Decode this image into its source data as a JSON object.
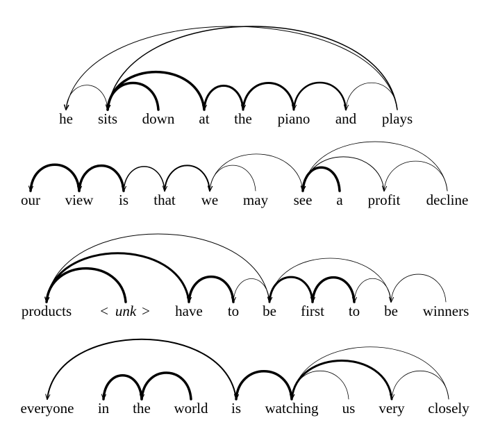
{
  "sentences": [
    {
      "words": [
        "he",
        "sits",
        "down",
        "at",
        "the",
        "piano",
        "and",
        "plays"
      ],
      "arcs": [
        {
          "from": 7,
          "to": 0,
          "weight": 1
        },
        {
          "from": 7,
          "to": 1,
          "weight": 1.5
        },
        {
          "from": 2,
          "to": 1,
          "weight": 3.5
        },
        {
          "from": 3,
          "to": 1,
          "weight": 3.5
        },
        {
          "from": 4,
          "to": 3,
          "weight": 3
        },
        {
          "from": 5,
          "to": 4,
          "weight": 3
        },
        {
          "from": 6,
          "to": 5,
          "weight": 2.5
        },
        {
          "from": 1,
          "to": 0,
          "weight": 0.8
        },
        {
          "from": 7,
          "to": 6,
          "weight": 0.8
        }
      ]
    },
    {
      "words": [
        "our",
        "view",
        "is",
        "that",
        "we",
        "may",
        "see",
        "a",
        "profit",
        "decline"
      ],
      "arcs": [
        {
          "from": 1,
          "to": 0,
          "weight": 3.5
        },
        {
          "from": 2,
          "to": 1,
          "weight": 3.5
        },
        {
          "from": 3,
          "to": 2,
          "weight": 1.5
        },
        {
          "from": 4,
          "to": 3,
          "weight": 2
        },
        {
          "from": 6,
          "to": 4,
          "weight": 0.8
        },
        {
          "from": 5,
          "to": 4,
          "weight": 0.8
        },
        {
          "from": 9,
          "to": 6,
          "weight": 0.8
        },
        {
          "from": 8,
          "to": 6,
          "weight": 1
        },
        {
          "from": 7,
          "to": 6,
          "weight": 3.5
        },
        {
          "from": 9,
          "to": 8,
          "weight": 0.8
        }
      ]
    },
    {
      "words": [
        "products",
        "<",
        "unk",
        ">",
        "have",
        "to",
        "be",
        "first",
        "to",
        "be",
        "winners"
      ],
      "arcs": [
        {
          "from": 6,
          "to": 0,
          "weight": 1
        },
        {
          "from": 4,
          "to": 0,
          "weight": 3
        },
        {
          "from": 2,
          "to": 0,
          "weight": 3.5
        },
        {
          "from": 5,
          "to": 4,
          "weight": 3.5
        },
        {
          "from": 6,
          "to": 5,
          "weight": 0.8
        },
        {
          "from": 9,
          "to": 6,
          "weight": 0.8
        },
        {
          "from": 7,
          "to": 6,
          "weight": 3
        },
        {
          "from": 8,
          "to": 7,
          "weight": 3.5
        },
        {
          "from": 9,
          "to": 8,
          "weight": 0.8
        },
        {
          "from": 10,
          "to": 9,
          "weight": 0.8
        }
      ]
    },
    {
      "words": [
        "everyone",
        "in",
        "the",
        "world",
        "is",
        "watching",
        "us",
        "very",
        "closely"
      ],
      "arcs": [
        {
          "from": 4,
          "to": 0,
          "weight": 2
        },
        {
          "from": 2,
          "to": 1,
          "weight": 3.5
        },
        {
          "from": 3,
          "to": 2,
          "weight": 3.5
        },
        {
          "from": 5,
          "to": 4,
          "weight": 3.5
        },
        {
          "from": 8,
          "to": 5,
          "weight": 0.8
        },
        {
          "from": 7,
          "to": 5,
          "weight": 3
        },
        {
          "from": 6,
          "to": 5,
          "weight": 0.8
        },
        {
          "from": 8,
          "to": 7,
          "weight": 0.8
        }
      ]
    }
  ]
}
